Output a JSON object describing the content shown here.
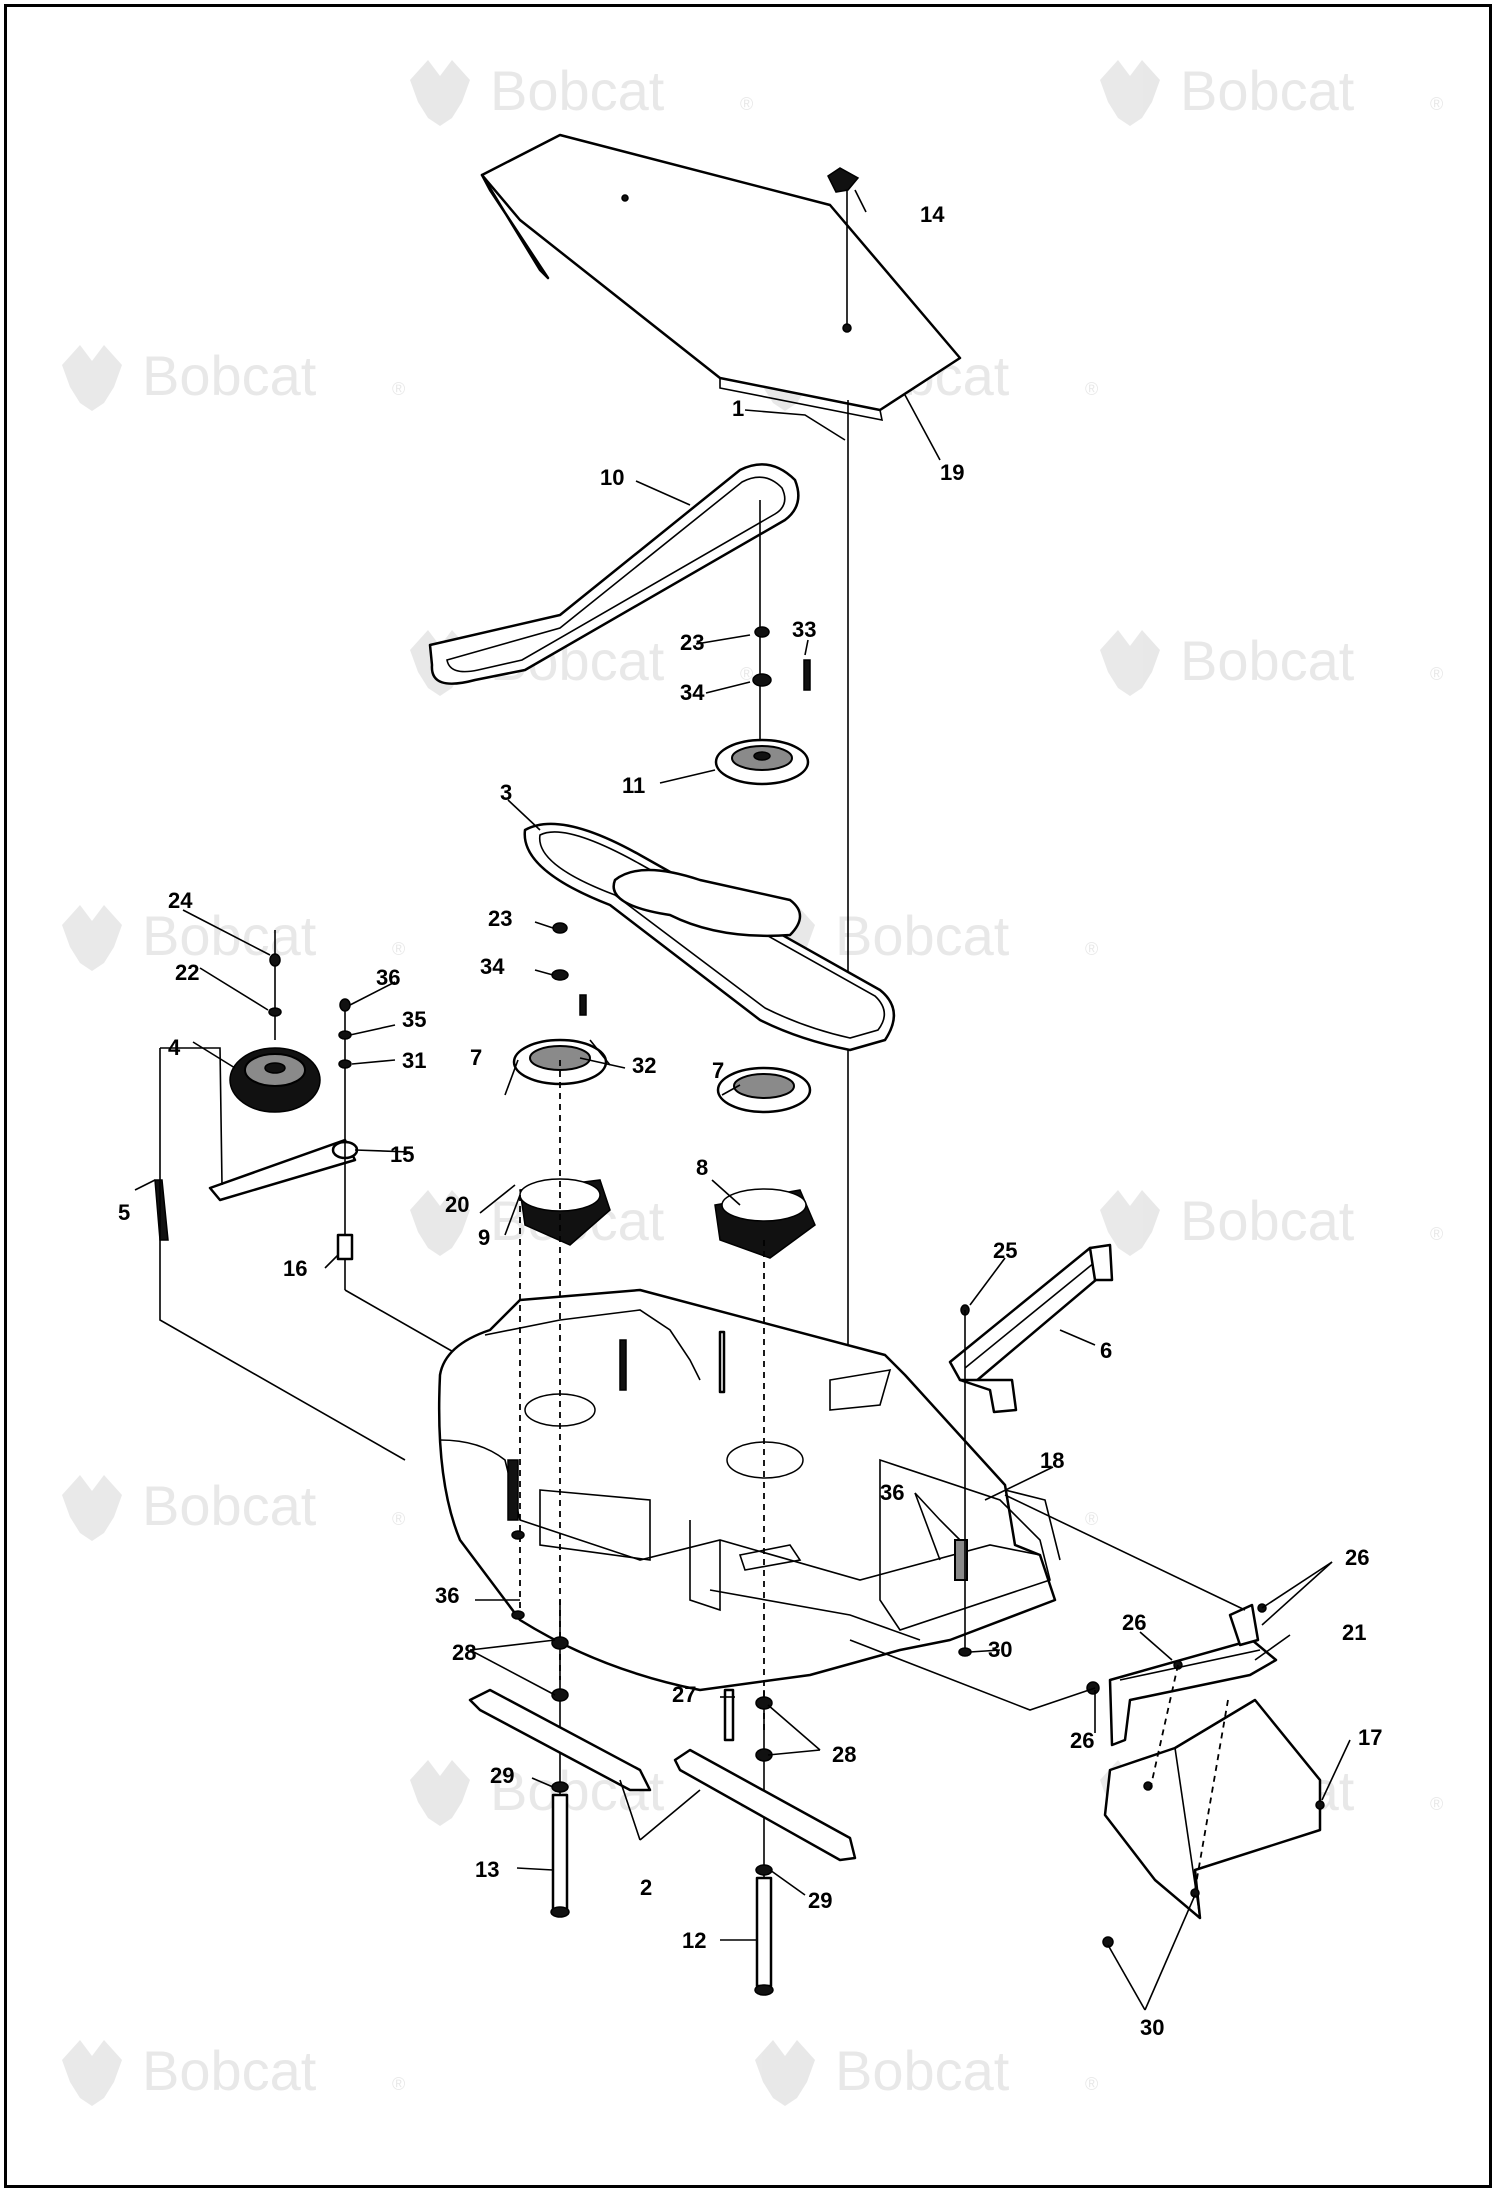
{
  "watermark": {
    "brand": "Bobcat",
    "trademark": "®"
  },
  "callouts": [
    {
      "id": "c1",
      "text": "1"
    },
    {
      "id": "c2",
      "text": "2"
    },
    {
      "id": "c3",
      "text": "3"
    },
    {
      "id": "c4",
      "text": "4"
    },
    {
      "id": "c5",
      "text": "5"
    },
    {
      "id": "c6",
      "text": "6"
    },
    {
      "id": "c7a",
      "text": "7"
    },
    {
      "id": "c7b",
      "text": "7"
    },
    {
      "id": "c8",
      "text": "8"
    },
    {
      "id": "c9",
      "text": "9"
    },
    {
      "id": "c10",
      "text": "10"
    },
    {
      "id": "c11",
      "text": "11"
    },
    {
      "id": "c12",
      "text": "12"
    },
    {
      "id": "c13",
      "text": "13"
    },
    {
      "id": "c14",
      "text": "14"
    },
    {
      "id": "c15",
      "text": "15"
    },
    {
      "id": "c16",
      "text": "16"
    },
    {
      "id": "c17",
      "text": "17"
    },
    {
      "id": "c18",
      "text": "18"
    },
    {
      "id": "c19",
      "text": "19"
    },
    {
      "id": "c20",
      "text": "20"
    },
    {
      "id": "c21",
      "text": "21"
    },
    {
      "id": "c22",
      "text": "22"
    },
    {
      "id": "c23a",
      "text": "23"
    },
    {
      "id": "c23b",
      "text": "23"
    },
    {
      "id": "c24",
      "text": "24"
    },
    {
      "id": "c25",
      "text": "25"
    },
    {
      "id": "c26a",
      "text": "26"
    },
    {
      "id": "c26b",
      "text": "26"
    },
    {
      "id": "c26c",
      "text": "26"
    },
    {
      "id": "c27",
      "text": "27"
    },
    {
      "id": "c28a",
      "text": "28"
    },
    {
      "id": "c28b",
      "text": "28"
    },
    {
      "id": "c29a",
      "text": "29"
    },
    {
      "id": "c29b",
      "text": "29"
    },
    {
      "id": "c30a",
      "text": "30"
    },
    {
      "id": "c30b",
      "text": "30"
    },
    {
      "id": "c31",
      "text": "31"
    },
    {
      "id": "c32",
      "text": "32"
    },
    {
      "id": "c33",
      "text": "33"
    },
    {
      "id": "c34a",
      "text": "34"
    },
    {
      "id": "c34b",
      "text": "34"
    },
    {
      "id": "c35",
      "text": "35"
    },
    {
      "id": "c36a",
      "text": "36"
    },
    {
      "id": "c36b",
      "text": "36"
    },
    {
      "id": "c36c",
      "text": "36"
    }
  ]
}
